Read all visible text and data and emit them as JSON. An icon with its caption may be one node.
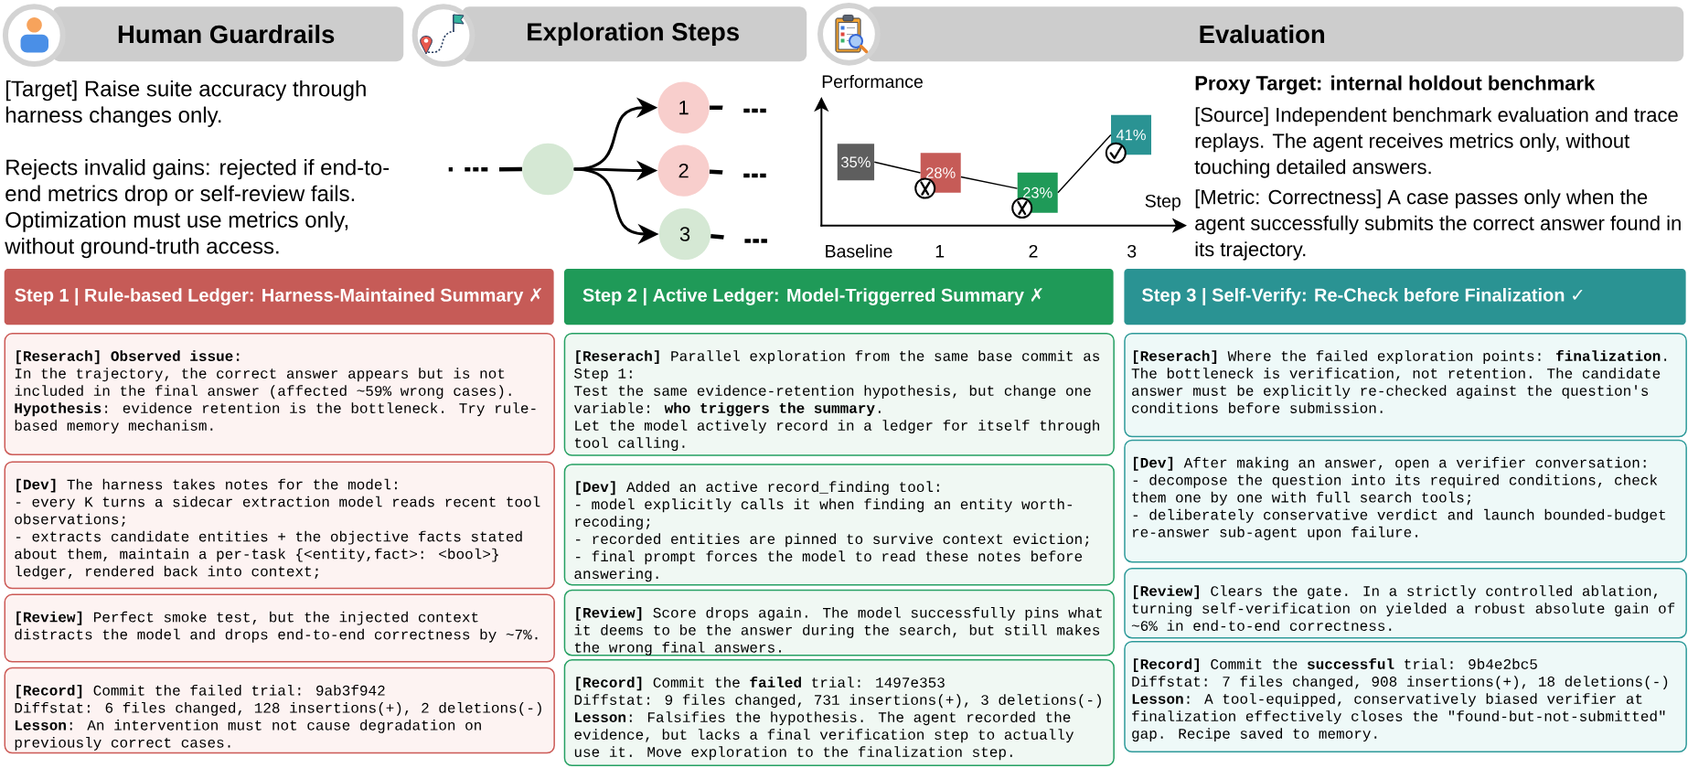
{
  "diagram": {
    "nodes": [
      {
        "text": [
          "Human Guardrails"
        ]
      },
      {
        "text": [
          "Exploration Steps"
        ]
      },
      {
        "text": [
          "Evaluation"
        ]
      },
      {
        "text": [],
        "shape": "circle"
      },
      {
        "text": [
          "1"
        ]
      },
      {
        "text": [
          "2"
        ]
      },
      {
        "text": [
          "3"
        ]
      },
      {
        "text": [
          "35%"
        ]
      },
      {
        "text": [
          "28%"
        ]
      },
      {
        "text": [
          "23%"
        ]
      },
      {
        "text": [
          "41%"
        ]
      },
      {
        "text": [
          "Step 1 | Rule-based Ledger: Harness-Maintained Summary ✗"
        ]
      },
      {
        "text": [
          "**[Reserach] Observed issue:**",
          "In the trajectory, the correct answer appears but is not included in the final answer (affected ~59% wrong cases).",
          "**Hypothesis**: evidence retention is the bottleneck. Try rule-based memory mechanism."
        ]
      },
      {
        "text": [
          "**[Dev]** The harness takes notes for the model:",
          "- every K turns a sidecar extraction model reads recent tool observations;",
          "- extracts candidate entities + the objective facts stated about them, maintain a per-task {<entity,fact>: <bool>} ledger, rendered back into context;"
        ]
      },
      {
        "text": [
          "**[Review]** Perfect smoke test, but the injected context distracts the model and drops end-to-end correctness by ~7%."
        ]
      },
      {
        "text": [
          "**[Record]** Commit the failed trial: 9ab3f942",
          "Diffstat: 6 files changed, 128 insertions(+), 2 deletions(-)",
          "**Lesson**: An intervention must not cause degradation on previously correct cases."
        ]
      },
      {
        "text": [
          "Step 2 | Active Ledger: Model-Triggerred Summary ✗"
        ]
      },
      {
        "text": [
          "**[Reserach]** Parallel exploration from the same base commit as Step 1:",
          "Test the same evidence-retention hypothesis, but change one variable: **who triggers the summary**.",
          "Let the model actively record in a ledger for itself through tool calling."
        ]
      },
      {
        "text": [
          "**[Dev]** Added an active record_finding tool:",
          "- model explicitly calls it when finding an entity worth-recoding;",
          "- recorded entities are pinned to survive context eviction;",
          "- final prompt forces the model to read these notes before answering."
        ]
      },
      {
        "text": [
          "**[Review]** Score drops again. The model successfully pins what it deems to be the answer during the search, but still makes the wrong final answers."
        ]
      },
      {
        "text": [
          "**[Record]** Commit the **failed** trial: 1497e353",
          "Diffstat: 9 files changed, 731 insertions(+), 3 deletions(-)",
          "**Lesson**: Falsifies the hypothesis. The agent recorded the evidence, but lacks a final verification step to actually use it. Move exploration to the finalization step."
        ]
      },
      {
        "text": [
          "Step 3 | Self-Verify: Re-Check before Finalization ✓"
        ]
      },
      {
        "text": [
          "**[Reserach]** Where the failed exploration points: **finalization**. The bottleneck is verification, not retention. The candidate answer must be explicitly re-checked against the question's conditions before submission."
        ]
      },
      {
        "text": [
          "**[Dev]** After making an answer, open a verifier conversation:",
          "- decompose the question into its required conditions, check them one by one with full search tools;",
          "- deliberately conservative verdict and launch bounded-budget re-answer sub-agent upon failure."
        ]
      },
      {
        "text": [
          "**[Review]** Clears the gate. In a strictly controlled ablation, turning self-verification on yielded a robust absolute gain of ~6% in end-to-end correctness."
        ]
      },
      {
        "text": [
          "**[Record]** Commit the **successful** trial: 9b4e2bc5",
          "Diffstat: 7 files changed, 908 insertions(+), 18 deletions(-)",
          "**Lesson**: A tool-equipped, conservatively biased verifier at finalization effectively closes the \"found-but-not-submitted\" gap. Recipe saved to memory."
        ]
      }
    ],
    "edges": [
      {
        "from": null,
        "to": 3,
        "arrow": "none",
        "style": "dashed"
      },
      {
        "from": 3,
        "to": 4,
        "arrow": "to"
      },
      {
        "from": 3,
        "to": 5,
        "arrow": "to"
      },
      {
        "from": 3,
        "to": 6,
        "arrow": "to"
      },
      {
        "from": 4,
        "to": null,
        "arrow": "none",
        "style": "dashed"
      },
      {
        "from": 5,
        "to": null,
        "arrow": "none",
        "style": "dashed"
      },
      {
        "from": 6,
        "to": null,
        "arrow": "none",
        "style": "dashed"
      },
      {
        "from": 7,
        "to": 8,
        "arrow": "none"
      },
      {
        "from": 8,
        "to": 9,
        "arrow": "none"
      },
      {
        "from": 9,
        "to": 10,
        "arrow": "none"
      }
    ],
    "labels": [
      "[Target] Raise suite accuracy through harness changes only.",
      "Rejects invalid gains: rejected if end-to-end metrics drop or self-review fails. Optimization must use metrics only, without ground-truth access.",
      "Performance",
      "Step",
      "Baseline",
      "1",
      "2",
      "3",
      "Proxy Target: internal holdout benchmark",
      "[Source] Independent benchmark evaluation and trace replays. The agent receives metrics only, without touching detailed answers.",
      "[Metric: Correctness] A case passes only when the agent successfully submits the correct answer found in its trajectory."
    ]
  }
}
